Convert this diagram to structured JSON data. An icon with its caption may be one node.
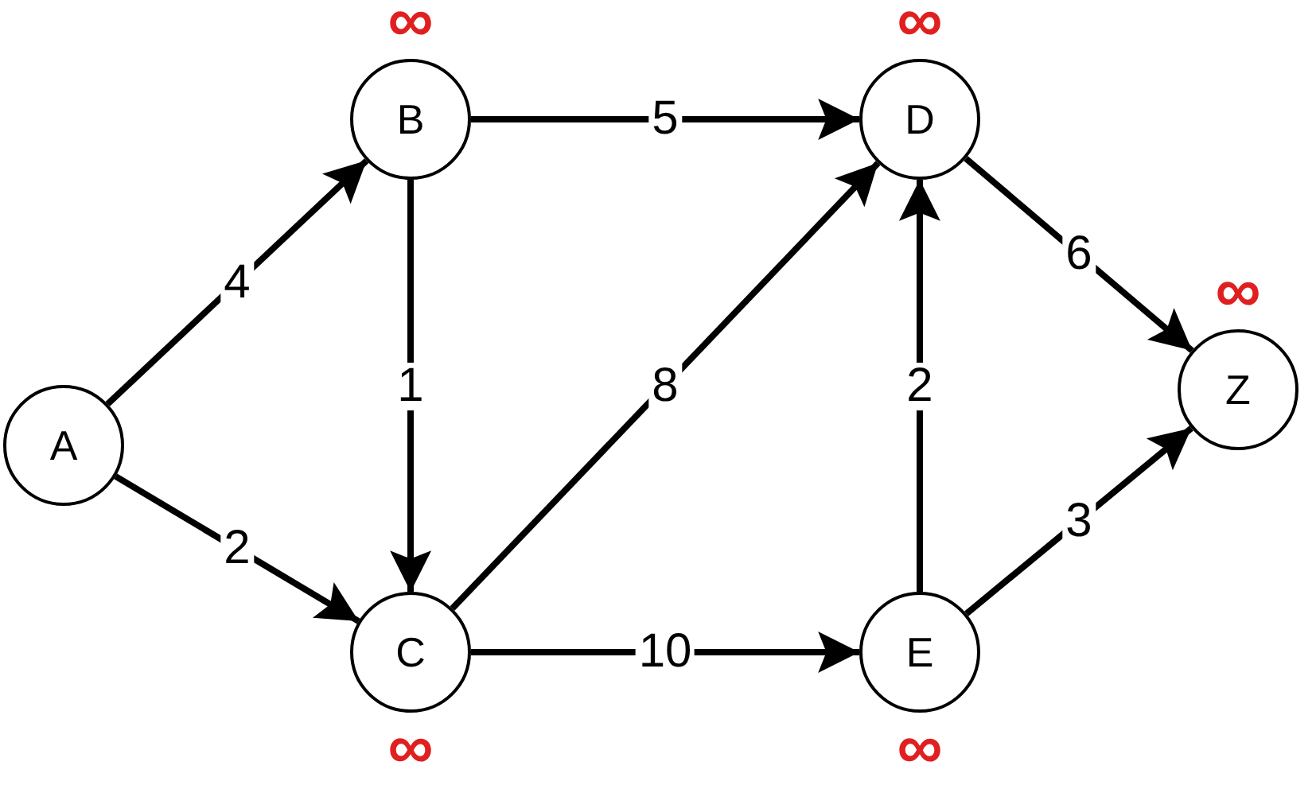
{
  "diagram": {
    "nodes": [
      {
        "text": [
          "A"
        ]
      },
      {
        "text": [
          "B"
        ],
        "beside": [
          "∞"
        ]
      },
      {
        "text": [
          "C"
        ],
        "beside": [
          "∞"
        ]
      },
      {
        "text": [
          "D"
        ],
        "beside": [
          "∞"
        ]
      },
      {
        "text": [
          "E"
        ],
        "beside": [
          "∞"
        ]
      },
      {
        "text": [
          "Z"
        ],
        "beside": [
          "∞"
        ]
      }
    ],
    "edges": [
      {
        "from": 0,
        "to": 1,
        "arrow": "to",
        "label": "4"
      },
      {
        "from": 0,
        "to": 2,
        "arrow": "to",
        "label": "2"
      },
      {
        "from": 1,
        "to": 3,
        "arrow": "to",
        "label": "5"
      },
      {
        "from": 1,
        "to": 2,
        "arrow": "to",
        "label": "1"
      },
      {
        "from": 2,
        "to": 3,
        "arrow": "to",
        "label": "8"
      },
      {
        "from": 2,
        "to": 4,
        "arrow": "to",
        "label": "10"
      },
      {
        "from": 4,
        "to": 3,
        "arrow": "to",
        "label": "2"
      },
      {
        "from": 3,
        "to": 5,
        "arrow": "to",
        "label": "6"
      },
      {
        "from": 4,
        "to": 5,
        "arrow": "to",
        "label": "3"
      }
    ]
  }
}
